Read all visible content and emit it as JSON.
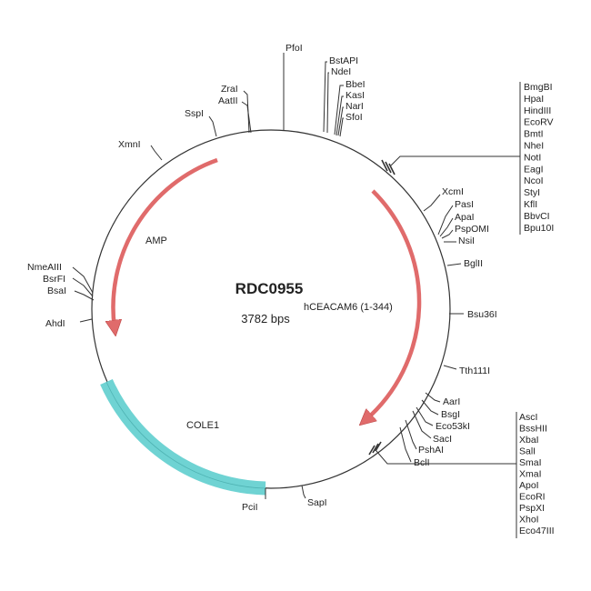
{
  "plasmid": {
    "name": "RDC0955",
    "size_label": "3782 bps"
  },
  "colors": {
    "backbone": "#333333",
    "arrow_feature": "#e06b6b",
    "ori_feature": "#6fd3d3",
    "text": "#222222"
  },
  "features": [
    {
      "key": "amp",
      "label": "AMP",
      "type": "arrow",
      "color": "#e06b6b"
    },
    {
      "key": "insert",
      "label": "hCEACAM6 (1-344)",
      "type": "arrow",
      "color": "#e06b6b"
    },
    {
      "key": "ori",
      "label": "COLE1",
      "type": "block",
      "color": "#6fd3d3"
    }
  ],
  "sites": [
    {
      "key": "pfoi",
      "label": "PfoI"
    },
    {
      "key": "bstapi",
      "label": "BstAPI"
    },
    {
      "key": "ndei",
      "label": "NdeI"
    },
    {
      "key": "bbei",
      "label": "BbeI"
    },
    {
      "key": "kasi",
      "label": "KasI"
    },
    {
      "key": "nari",
      "label": "NarI"
    },
    {
      "key": "sfoi",
      "label": "SfoI"
    },
    {
      "key": "zrai",
      "label": "ZraI"
    },
    {
      "key": "aatii",
      "label": "AatII"
    },
    {
      "key": "sspi",
      "label": "SspI"
    },
    {
      "key": "xmni",
      "label": "XmnI"
    },
    {
      "key": "xcmi",
      "label": "XcmI"
    },
    {
      "key": "pasi",
      "label": "PasI"
    },
    {
      "key": "apai",
      "label": "ApaI"
    },
    {
      "key": "pspomi",
      "label": "PspOMI"
    },
    {
      "key": "nsii",
      "label": "NsiI"
    },
    {
      "key": "bglii",
      "label": "BglII"
    },
    {
      "key": "bsu36i",
      "label": "Bsu36I"
    },
    {
      "key": "tth111i",
      "label": "Tth111I"
    },
    {
      "key": "aari",
      "label": "AarI"
    },
    {
      "key": "bsgi",
      "label": "BsgI"
    },
    {
      "key": "eco53ki",
      "label": "Eco53kI"
    },
    {
      "key": "saci",
      "label": "SacI"
    },
    {
      "key": "pshai",
      "label": "PshAI"
    },
    {
      "key": "bcli",
      "label": "BclI"
    },
    {
      "key": "sapi",
      "label": "SapI"
    },
    {
      "key": "pcii",
      "label": "PciI"
    },
    {
      "key": "ahdi",
      "label": "AhdI"
    },
    {
      "key": "nmeaiii",
      "label": "NmeAIII"
    },
    {
      "key": "bsrfi",
      "label": "BsrFI"
    },
    {
      "key": "bsai",
      "label": "BsaI"
    }
  ],
  "mcs_upper": [
    "BmgBI",
    "HpaI",
    "HindIII",
    "EcoRV",
    "BmtI",
    "NheI",
    "NotI",
    "EagI",
    "NcoI",
    "StyI",
    "KflI",
    "BbvCI",
    "Bpu10I"
  ],
  "mcs_lower": [
    "AscI",
    "BssHII",
    "XbaI",
    "SalI",
    "SmaI",
    "XmaI",
    "ApoI",
    "EcoRI",
    "PspXI",
    "XhoI",
    "Eco47III"
  ]
}
